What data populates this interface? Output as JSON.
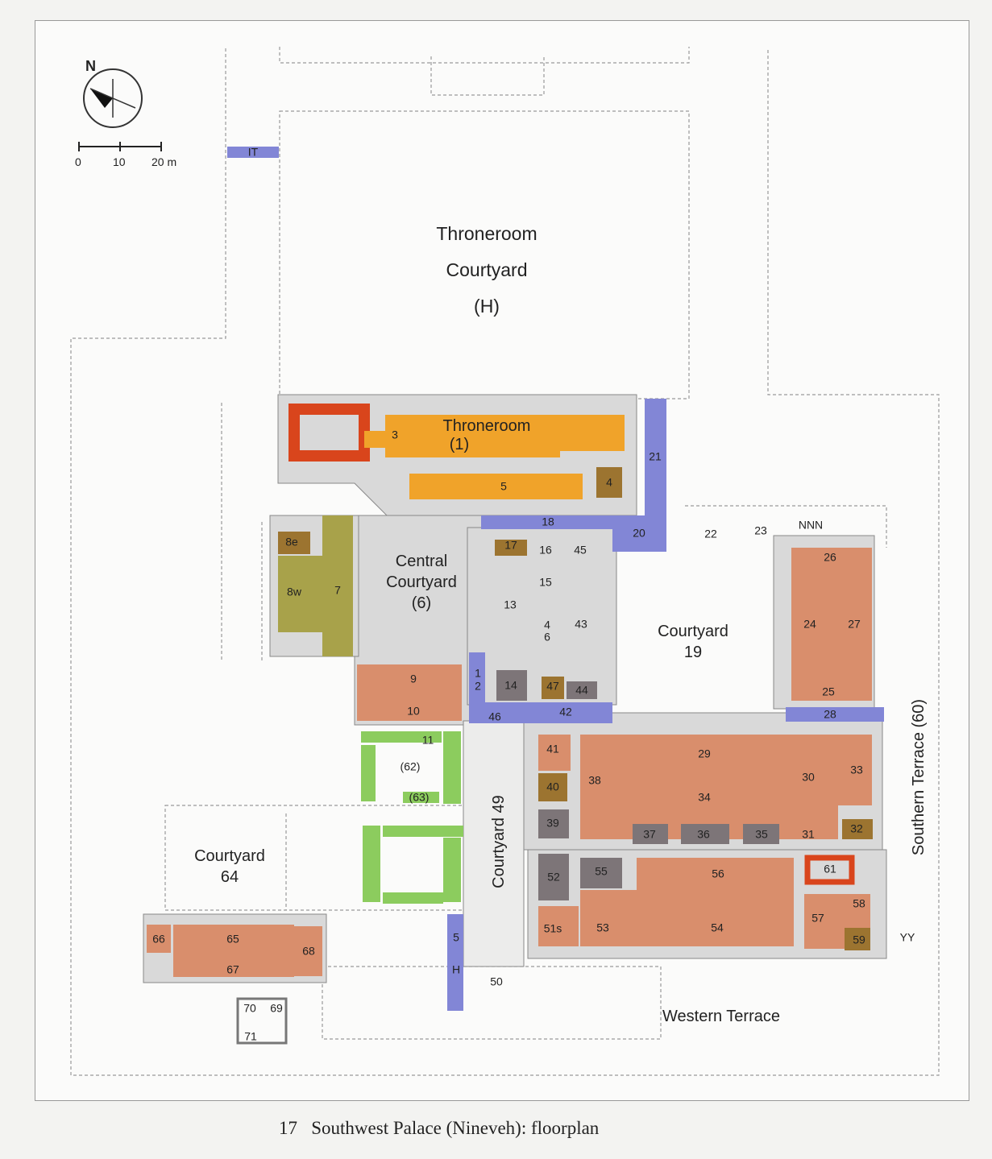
{
  "caption": {
    "number": "17",
    "text": "Southwest Palace (Nineveh): floorplan"
  },
  "compass": {
    "north_label": "N"
  },
  "scale_bar": {
    "ticks": [
      "0",
      "10",
      "20 m"
    ]
  },
  "areas": {
    "throneroom_courtyard": [
      "Throneroom",
      "Courtyard",
      "(H)"
    ],
    "throneroom": [
      "Throneroom",
      "(1)"
    ],
    "central_courtyard": [
      "Central",
      "Courtyard",
      "(6)"
    ],
    "courtyard_19": [
      "Courtyard",
      "19"
    ],
    "courtyard_64": [
      "Courtyard",
      "64"
    ],
    "courtyard_49": "Courtyard 49",
    "southern_terrace": "Southern Terrace (60)",
    "western_terrace": "Western Terrace"
  },
  "colors": {
    "throne_orange": "#f0a32a",
    "red_outline": "#d9451c",
    "blue_passage": "#8286d6",
    "olive": "#a8a24a",
    "brown": "#9c7430",
    "salmon": "#d98e6c",
    "gray_room": "#7d7578",
    "green_room": "#8ccc5e",
    "wall": "#d9d9d9"
  },
  "rooms": [
    {
      "label": "IT",
      "color": "blue_passage"
    },
    {
      "label": "3",
      "color": "throne_orange"
    },
    {
      "label": "5",
      "color": "throne_orange"
    },
    {
      "label": "4",
      "color": "brown"
    },
    {
      "label": "21",
      "color": "blue_passage"
    },
    {
      "label": "18",
      "color": "blue_passage"
    },
    {
      "label": "20",
      "color": "blue_passage"
    },
    {
      "label": "22",
      "color": "wall"
    },
    {
      "label": "23",
      "color": "wall"
    },
    {
      "label": "NNN",
      "color": "wall"
    },
    {
      "label": "8e",
      "color": "brown"
    },
    {
      "label": "8w",
      "color": "olive"
    },
    {
      "label": "7",
      "color": "olive"
    },
    {
      "label": "17",
      "color": "brown"
    },
    {
      "label": "16",
      "color": "wall"
    },
    {
      "label": "45",
      "color": "wall"
    },
    {
      "label": "15",
      "color": "wall"
    },
    {
      "label": "13",
      "color": "wall"
    },
    {
      "label": "4",
      "color": "wall"
    },
    {
      "label": "6",
      "color": "wall"
    },
    {
      "label": "43",
      "color": "wall"
    },
    {
      "label": "26",
      "color": "salmon"
    },
    {
      "label": "24",
      "color": "salmon"
    },
    {
      "label": "27",
      "color": "salmon"
    },
    {
      "label": "25",
      "color": "salmon"
    },
    {
      "label": "9",
      "color": "salmon"
    },
    {
      "label": "10",
      "color": "salmon"
    },
    {
      "label": "1",
      "color": "blue_passage"
    },
    {
      "label": "2",
      "color": "blue_passage"
    },
    {
      "label": "14",
      "color": "gray_room"
    },
    {
      "label": "47",
      "color": "brown"
    },
    {
      "label": "44",
      "color": "gray_room"
    },
    {
      "label": "46",
      "color": "blue_passage"
    },
    {
      "label": "42",
      "color": "blue_passage"
    },
    {
      "label": "28",
      "color": "blue_passage"
    },
    {
      "label": "11",
      "color": "green_room"
    },
    {
      "label": "(62)",
      "color": "wall"
    },
    {
      "label": "(63)",
      "color": "green_room"
    },
    {
      "label": "41",
      "color": "salmon"
    },
    {
      "label": "40",
      "color": "brown"
    },
    {
      "label": "38",
      "color": "salmon"
    },
    {
      "label": "39",
      "color": "gray_room"
    },
    {
      "label": "29",
      "color": "salmon"
    },
    {
      "label": "34",
      "color": "salmon"
    },
    {
      "label": "30",
      "color": "salmon"
    },
    {
      "label": "33",
      "color": "salmon"
    },
    {
      "label": "37",
      "color": "gray_room"
    },
    {
      "label": "36",
      "color": "gray_room"
    },
    {
      "label": "35",
      "color": "gray_room"
    },
    {
      "label": "31",
      "color": "salmon"
    },
    {
      "label": "32",
      "color": "brown"
    },
    {
      "label": "61",
      "color": "red_outline"
    },
    {
      "label": "52",
      "color": "gray_room"
    },
    {
      "label": "55",
      "color": "gray_room"
    },
    {
      "label": "56",
      "color": "salmon"
    },
    {
      "label": "54",
      "color": "salmon"
    },
    {
      "label": "53",
      "color": "salmon"
    },
    {
      "label": "51s",
      "color": "salmon"
    },
    {
      "label": "57",
      "color": "salmon"
    },
    {
      "label": "58",
      "color": "salmon"
    },
    {
      "label": "59",
      "color": "brown"
    },
    {
      "label": "YY",
      "color": "wall"
    },
    {
      "label": "66",
      "color": "salmon"
    },
    {
      "label": "65",
      "color": "salmon"
    },
    {
      "label": "67",
      "color": "salmon"
    },
    {
      "label": "68",
      "color": "salmon"
    },
    {
      "label": "5",
      "color": "blue_passage"
    },
    {
      "label": "H",
      "color": "blue_passage"
    },
    {
      "label": "50",
      "color": "wall"
    },
    {
      "label": "70",
      "color": "wall"
    },
    {
      "label": "69",
      "color": "wall"
    },
    {
      "label": "71",
      "color": "wall"
    }
  ]
}
